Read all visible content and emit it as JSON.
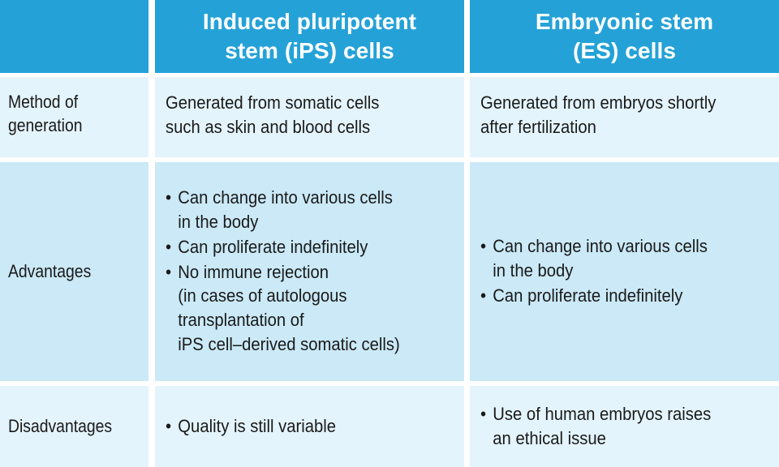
{
  "table": {
    "caption_colors": {
      "header_blue": "#24a2d8",
      "row_light": "#e4f4fc",
      "row_mid": "#cbe9f7",
      "text": "#1a1a1a",
      "header_text": "#ffffff"
    },
    "columns": [
      {
        "key": "label",
        "header": ""
      },
      {
        "key": "ips",
        "header": "Induced pluripotent\nstem (iPS) cells"
      },
      {
        "key": "es",
        "header": "Embryonic stem\n(ES) cells"
      }
    ],
    "rows": [
      {
        "label": "Method of\ngeneration",
        "ips": {
          "type": "paragraph",
          "text": "Generated from somatic cells\nsuch as skin and blood cells"
        },
        "es": {
          "type": "paragraph",
          "text": "Generated from embryos shortly\nafter fertilization"
        }
      },
      {
        "label": "Advantages",
        "ips": {
          "type": "bullets",
          "items": [
            "Can change into various cells\nin the body",
            "Can proliferate indefinitely",
            "No immune rejection\n(in cases of autologous\ntransplantation of\niPS cell–derived somatic cells)"
          ]
        },
        "es": {
          "type": "bullets",
          "items": [
            "Can change into various cells\nin the body",
            "Can proliferate indefinitely"
          ]
        }
      },
      {
        "label": "Disadvantages",
        "ips": {
          "type": "bullets",
          "items": [
            "Quality is still variable"
          ]
        },
        "es": {
          "type": "bullets",
          "items": [
            "Use of human embryos raises\nan ethical issue"
          ]
        }
      }
    ],
    "bullet_glyph": "•"
  }
}
